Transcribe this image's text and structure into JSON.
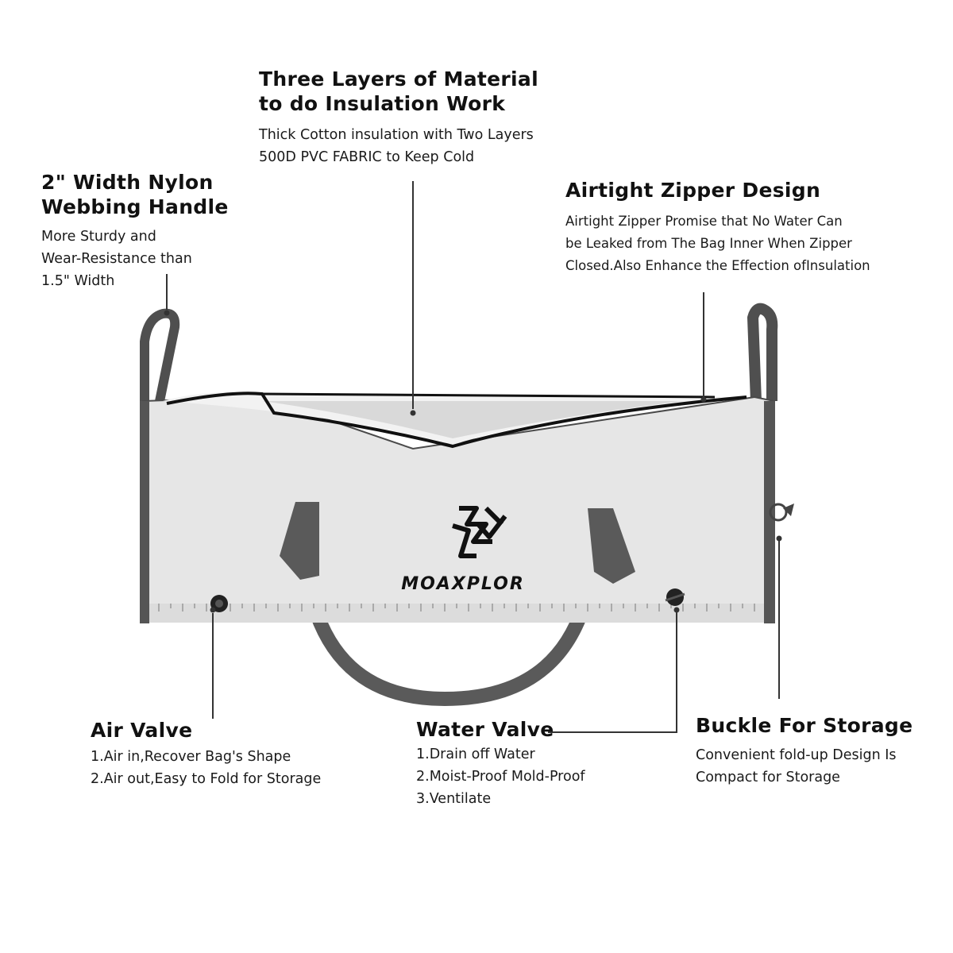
{
  "callouts": {
    "insulation": {
      "title_lines": [
        "Three Layers of Material",
        "to do Insulation Work"
      ],
      "desc_lines": [
        "Thick Cotton insulation with Two Layers",
        "500D PVC FABRIC to Keep Cold"
      ]
    },
    "handle": {
      "title_lines": [
        "2\" Width Nylon",
        "Webbing Handle"
      ],
      "desc_lines": [
        "More Sturdy and",
        "Wear-Resistance than",
        "1.5\" Width"
      ]
    },
    "zipper": {
      "title_lines": [
        "Airtight Zipper Design"
      ],
      "desc_lines": [
        "Airtight Zipper Promise that No Water Can",
        "be Leaked from The Bag Inner When Zipper",
        "Closed.Also Enhance the Effection ofInsulation"
      ]
    },
    "air_valve": {
      "title_lines": [
        "Air Valve"
      ],
      "desc_lines": [
        "1.Air in,Recover Bag's Shape",
        "2.Air out,Easy to Fold for Storage"
      ]
    },
    "water_valve": {
      "title_lines": [
        "Water Valve"
      ],
      "desc_lines": [
        "1.Drain off Water",
        "2.Moist-Proof Mold-Proof",
        "3.Ventilate"
      ]
    },
    "buckle": {
      "title_lines": [
        "Buckle For Storage"
      ],
      "desc_lines": [
        "Convenient fold-up Design Is",
        "Compact for Storage"
      ]
    }
  },
  "brand": {
    "name": "MOAXPLOR"
  },
  "colors": {
    "bag_body": "#e6e6e6",
    "bag_trim": "#555555",
    "strap": "#5a5a5a",
    "zipper": "#111111",
    "leader_line": "#333333"
  }
}
